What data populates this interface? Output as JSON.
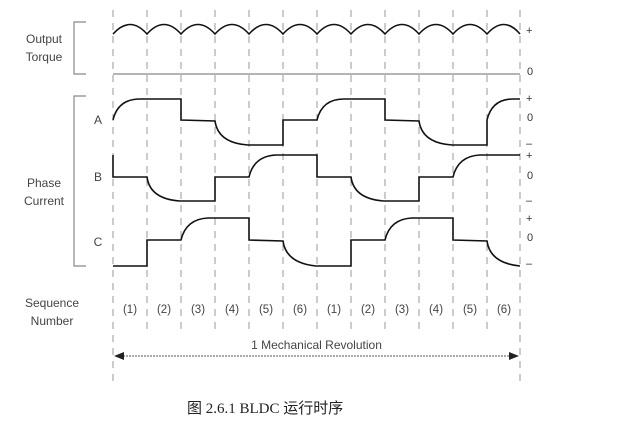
{
  "labels": {
    "output_torque_line1": "Output",
    "output_torque_line2": "Torque",
    "phase_current_line1": "Phase",
    "phase_current_line2": "Current",
    "sequence_number_line1": "Sequence",
    "sequence_number_line2": "Number",
    "phase_a": "A",
    "phase_b": "B",
    "phase_c": "C"
  },
  "axis_marks": {
    "torque_plus": "+",
    "torque_zero": "0",
    "a_plus": "+",
    "a_zero": "0",
    "a_minus": "–",
    "b_plus": "+",
    "b_zero": "0",
    "b_minus": "–",
    "c_plus": "+",
    "c_zero": "0",
    "c_minus": "–"
  },
  "sequence": [
    "(1)",
    "(2)",
    "(3)",
    "(4)",
    "(5)",
    "(6)",
    "(1)",
    "(2)",
    "(3)",
    "(4)",
    "(5)",
    "(6)"
  ],
  "revolution_label": "1 Mechanical Revolution",
  "caption": "图 2.6.1  BLDC    运行时序",
  "colors": {
    "trace": "#111111",
    "dash": "#999999",
    "axis": "#888888"
  }
}
